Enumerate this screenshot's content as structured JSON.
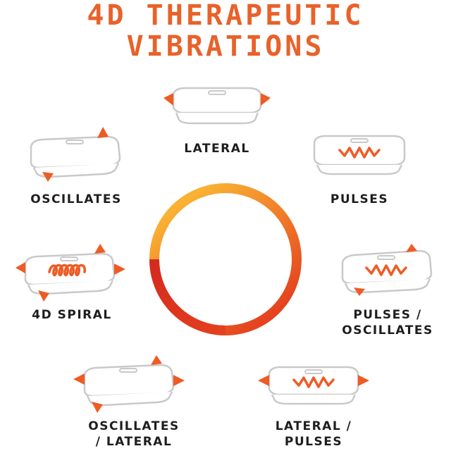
{
  "title": {
    "line1": "4D THERAPEUTIC",
    "line2": "VIBRATIONS"
  },
  "modes": [
    {
      "lines": [
        "LATERAL"
      ],
      "icon": "arrows-left-right"
    },
    {
      "lines": [
        "PULSES"
      ],
      "icon": "pulse-wave"
    },
    {
      "lines": [
        "PULSES /",
        "OSCILLATES"
      ],
      "icon": "pulse-wave-tilted"
    },
    {
      "lines": [
        "LATERAL /",
        "PULSES"
      ],
      "icon": "pulse-wave-lateral"
    },
    {
      "lines": [
        "OSCILLATES",
        "/ LATERAL"
      ],
      "icon": "oscillate-lateral"
    },
    {
      "lines": [
        "4D SPIRAL"
      ],
      "icon": "spiral-coil"
    },
    {
      "lines": [
        "OSCILLATES"
      ],
      "icon": "oscillate-tilt"
    }
  ],
  "colors": {
    "title": "#e8622a",
    "arrow": "#ef5b24",
    "outline": "#c9c9c9",
    "ring_yellow": "#f9b233",
    "ring_orange": "#f07a28",
    "ring_red": "#d42a1f"
  }
}
